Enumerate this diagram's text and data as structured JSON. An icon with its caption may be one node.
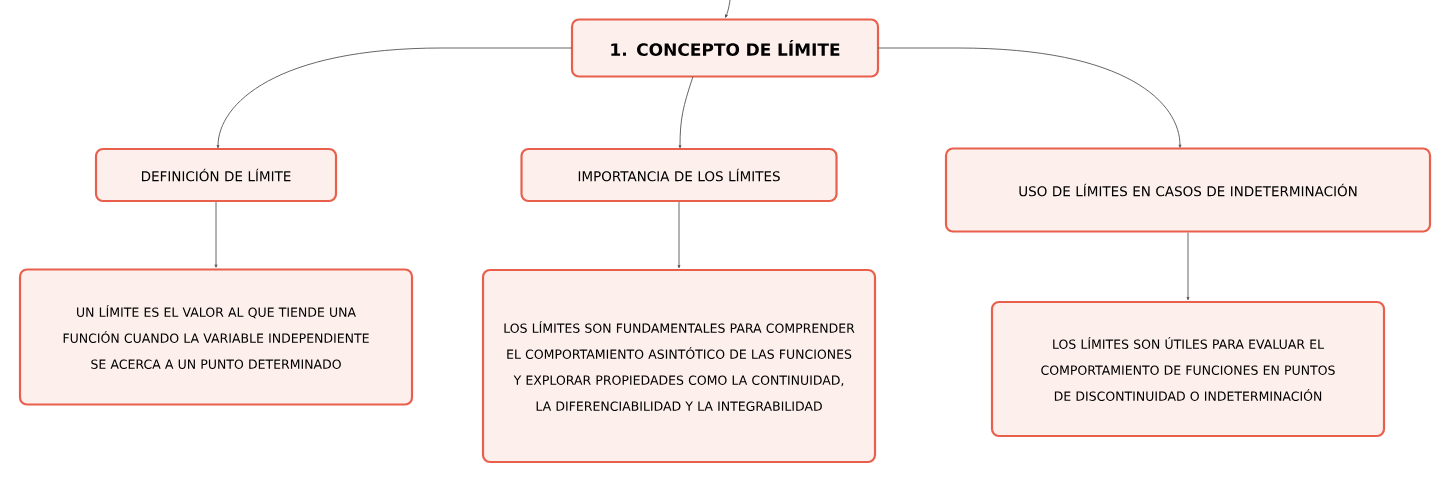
{
  "diagram": {
    "nodes": [
      {
        "text": [
          "1. CONCEPTO DE LÍMITE"
        ]
      },
      {
        "text": [
          "DEFINICIÓN DE LÍMITE"
        ]
      },
      {
        "text": [
          "IMPORTANCIA DE LOS LÍMITES"
        ]
      },
      {
        "text": [
          "USO DE LÍMITES EN CASOS DE INDETERMINACIÓN"
        ]
      },
      {
        "text": [
          "UN LÍMITE ES EL VALOR AL QUE TIENDE UNA FUNCIÓN CUANDO LA VARIABLE INDEPENDIENTE SE ACERCA A UN PUNTO DETERMINADO"
        ]
      },
      {
        "text": [
          "LOS LÍMITES SON FUNDAMENTALES PARA COMPRENDER EL COMPORTAMIENTO ASINTÓTICO DE LAS FUNCIONES Y EXPLORAR PROPIEDADES COMO LA CONTINUIDAD, LA DIFERENCIABILIDAD Y LA INTEGRABILIDAD"
        ]
      },
      {
        "text": [
          "LOS LÍMITES SON ÚTILES PARA EVALUAR EL COMPORTAMIENTO DE FUNCIONES EN PUNTOS DE DISCONTINUIDAD O INDETERMINACIÓN"
        ]
      }
    ],
    "edges": [
      {
        "from": null,
        "to": 0,
        "arrow": "to"
      },
      {
        "from": 0,
        "to": 1,
        "arrow": "to"
      },
      {
        "from": 0,
        "to": 2,
        "arrow": "to"
      },
      {
        "from": 0,
        "to": 3,
        "arrow": "to"
      },
      {
        "from": 1,
        "to": 4,
        "arrow": "to"
      },
      {
        "from": 2,
        "to": 5,
        "arrow": "to"
      },
      {
        "from": 3,
        "to": 6,
        "arrow": "to"
      }
    ]
  }
}
